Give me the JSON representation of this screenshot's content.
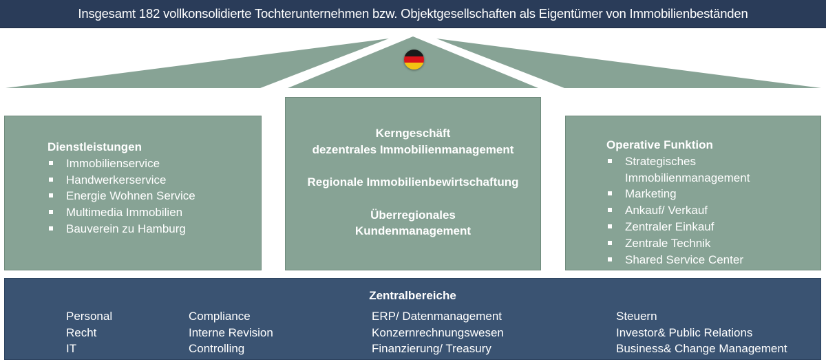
{
  "header": {
    "title": "Insgesamt 182 vollkonsolidierte Tochterunternehmen bzw. Objektgesellschaften als Eigentümer von Immobilienbeständen"
  },
  "roof": {
    "flag_icon": "germany-flag-icon",
    "colors": {
      "roof": "#87a395",
      "flag_black": "#1a1a1a",
      "flag_red": "#d9141a",
      "flag_gold": "#f3c413"
    }
  },
  "left_pillar": {
    "title": "Dienstleistungen",
    "items": [
      "Immobilienservice",
      "Handwerkerservice",
      "Energie Wohnen Service",
      "Multimedia Immobilien",
      "Bauverein zu Hamburg"
    ]
  },
  "center_pillar": {
    "line1": "Kerngeschäft",
    "line2": "dezentrales Immobilienmanagement",
    "line3": "Regionale Immobilienbewirtschaftung",
    "line4": "Überregionales",
    "line5": "Kundenmanagement"
  },
  "right_pillar": {
    "title": "Operative Funktion",
    "items": [
      "Strategisches Immobilienmanagement",
      "Marketing",
      "Ankauf/ Verkauf",
      "Zentraler Einkauf",
      "Zentrale Technik",
      "Shared Service Center"
    ]
  },
  "base": {
    "title": "Zentralbereiche",
    "columns": [
      [
        "Personal",
        "Recht",
        "IT"
      ],
      [
        "Compliance",
        "Interne Revision",
        "Controlling"
      ],
      [
        "ERP/ Datenmanagement",
        "Konzernrechnungswesen",
        "Finanzierung/ Treasury"
      ],
      [
        "Steuern",
        "Investor& Public Relations",
        "Business& Change Management"
      ]
    ]
  },
  "colors": {
    "header": "#2a3c59",
    "pillar": "#87a395",
    "base": "#3a5372"
  }
}
